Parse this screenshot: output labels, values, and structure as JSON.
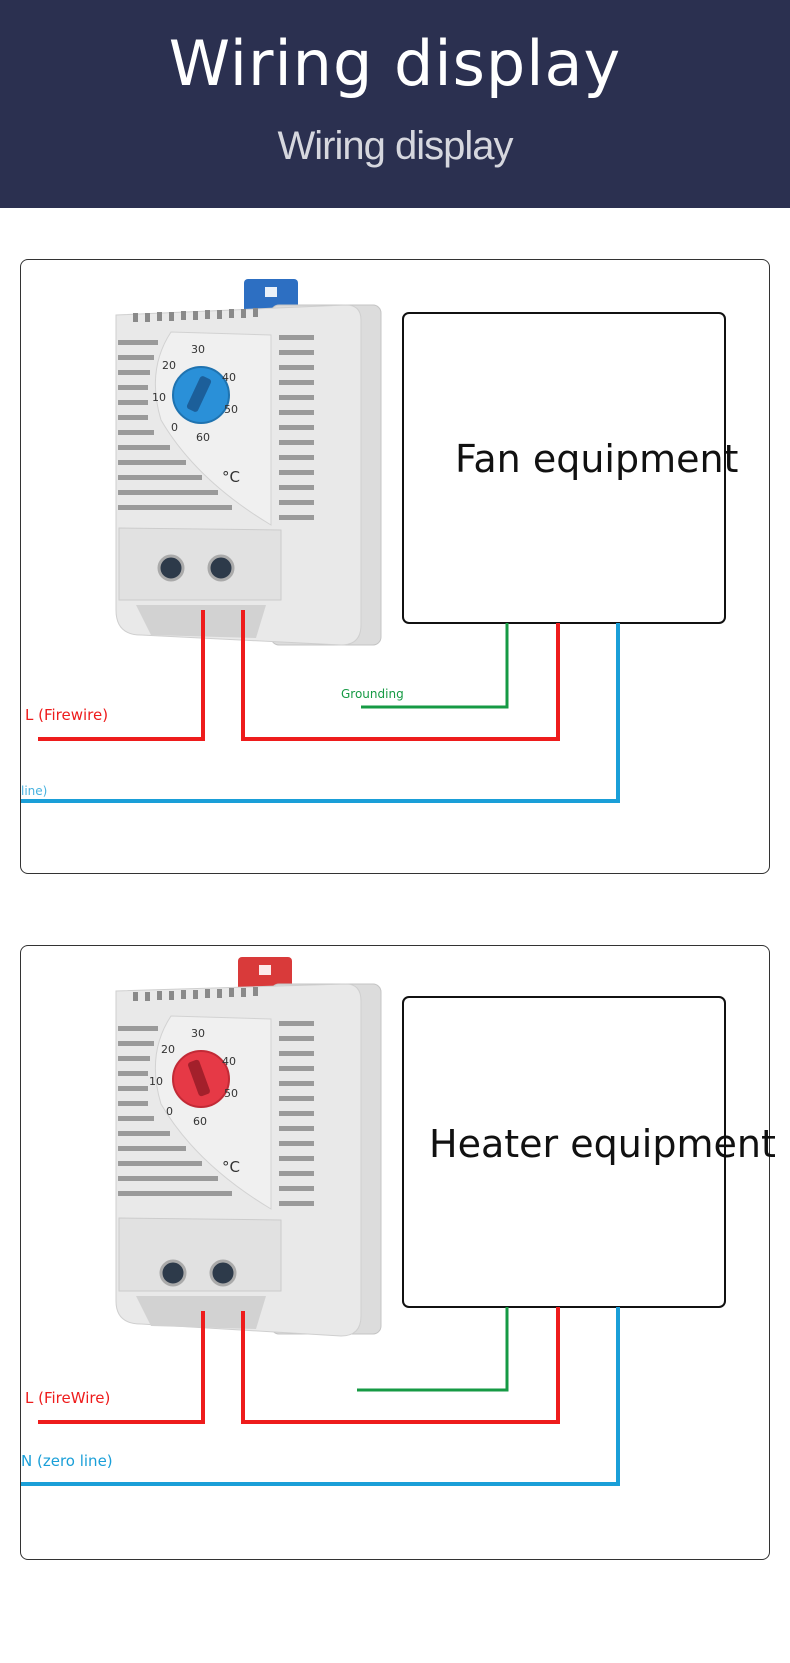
{
  "header": {
    "title": "Wiring display",
    "subtitle": "Wiring display"
  },
  "colors": {
    "header_bg": "#2b3050",
    "live_wire": "#ee1c1c",
    "neutral_wire": "#1a9fd8",
    "ground_wire": "#169a44",
    "knob_fan": "#2a90d8",
    "knob_heater": "#e63946",
    "clip_fan": "#2d6fc2",
    "clip_heater": "#d93a3a"
  },
  "panels": [
    {
      "equipment_label": "Fan equipment",
      "dial_scale": [
        "0",
        "10",
        "20",
        "30",
        "40",
        "50",
        "60"
      ],
      "unit": "°C",
      "wires": {
        "live": "L (Firewire)",
        "neutral": "line)",
        "ground": "Grounding"
      }
    },
    {
      "equipment_label": "Heater equipment",
      "dial_scale": [
        "0",
        "10",
        "20",
        "30",
        "40",
        "50",
        "60"
      ],
      "unit": "°C",
      "wires": {
        "live": "L (FireWire)",
        "neutral": "N (zero line)"
      }
    }
  ]
}
